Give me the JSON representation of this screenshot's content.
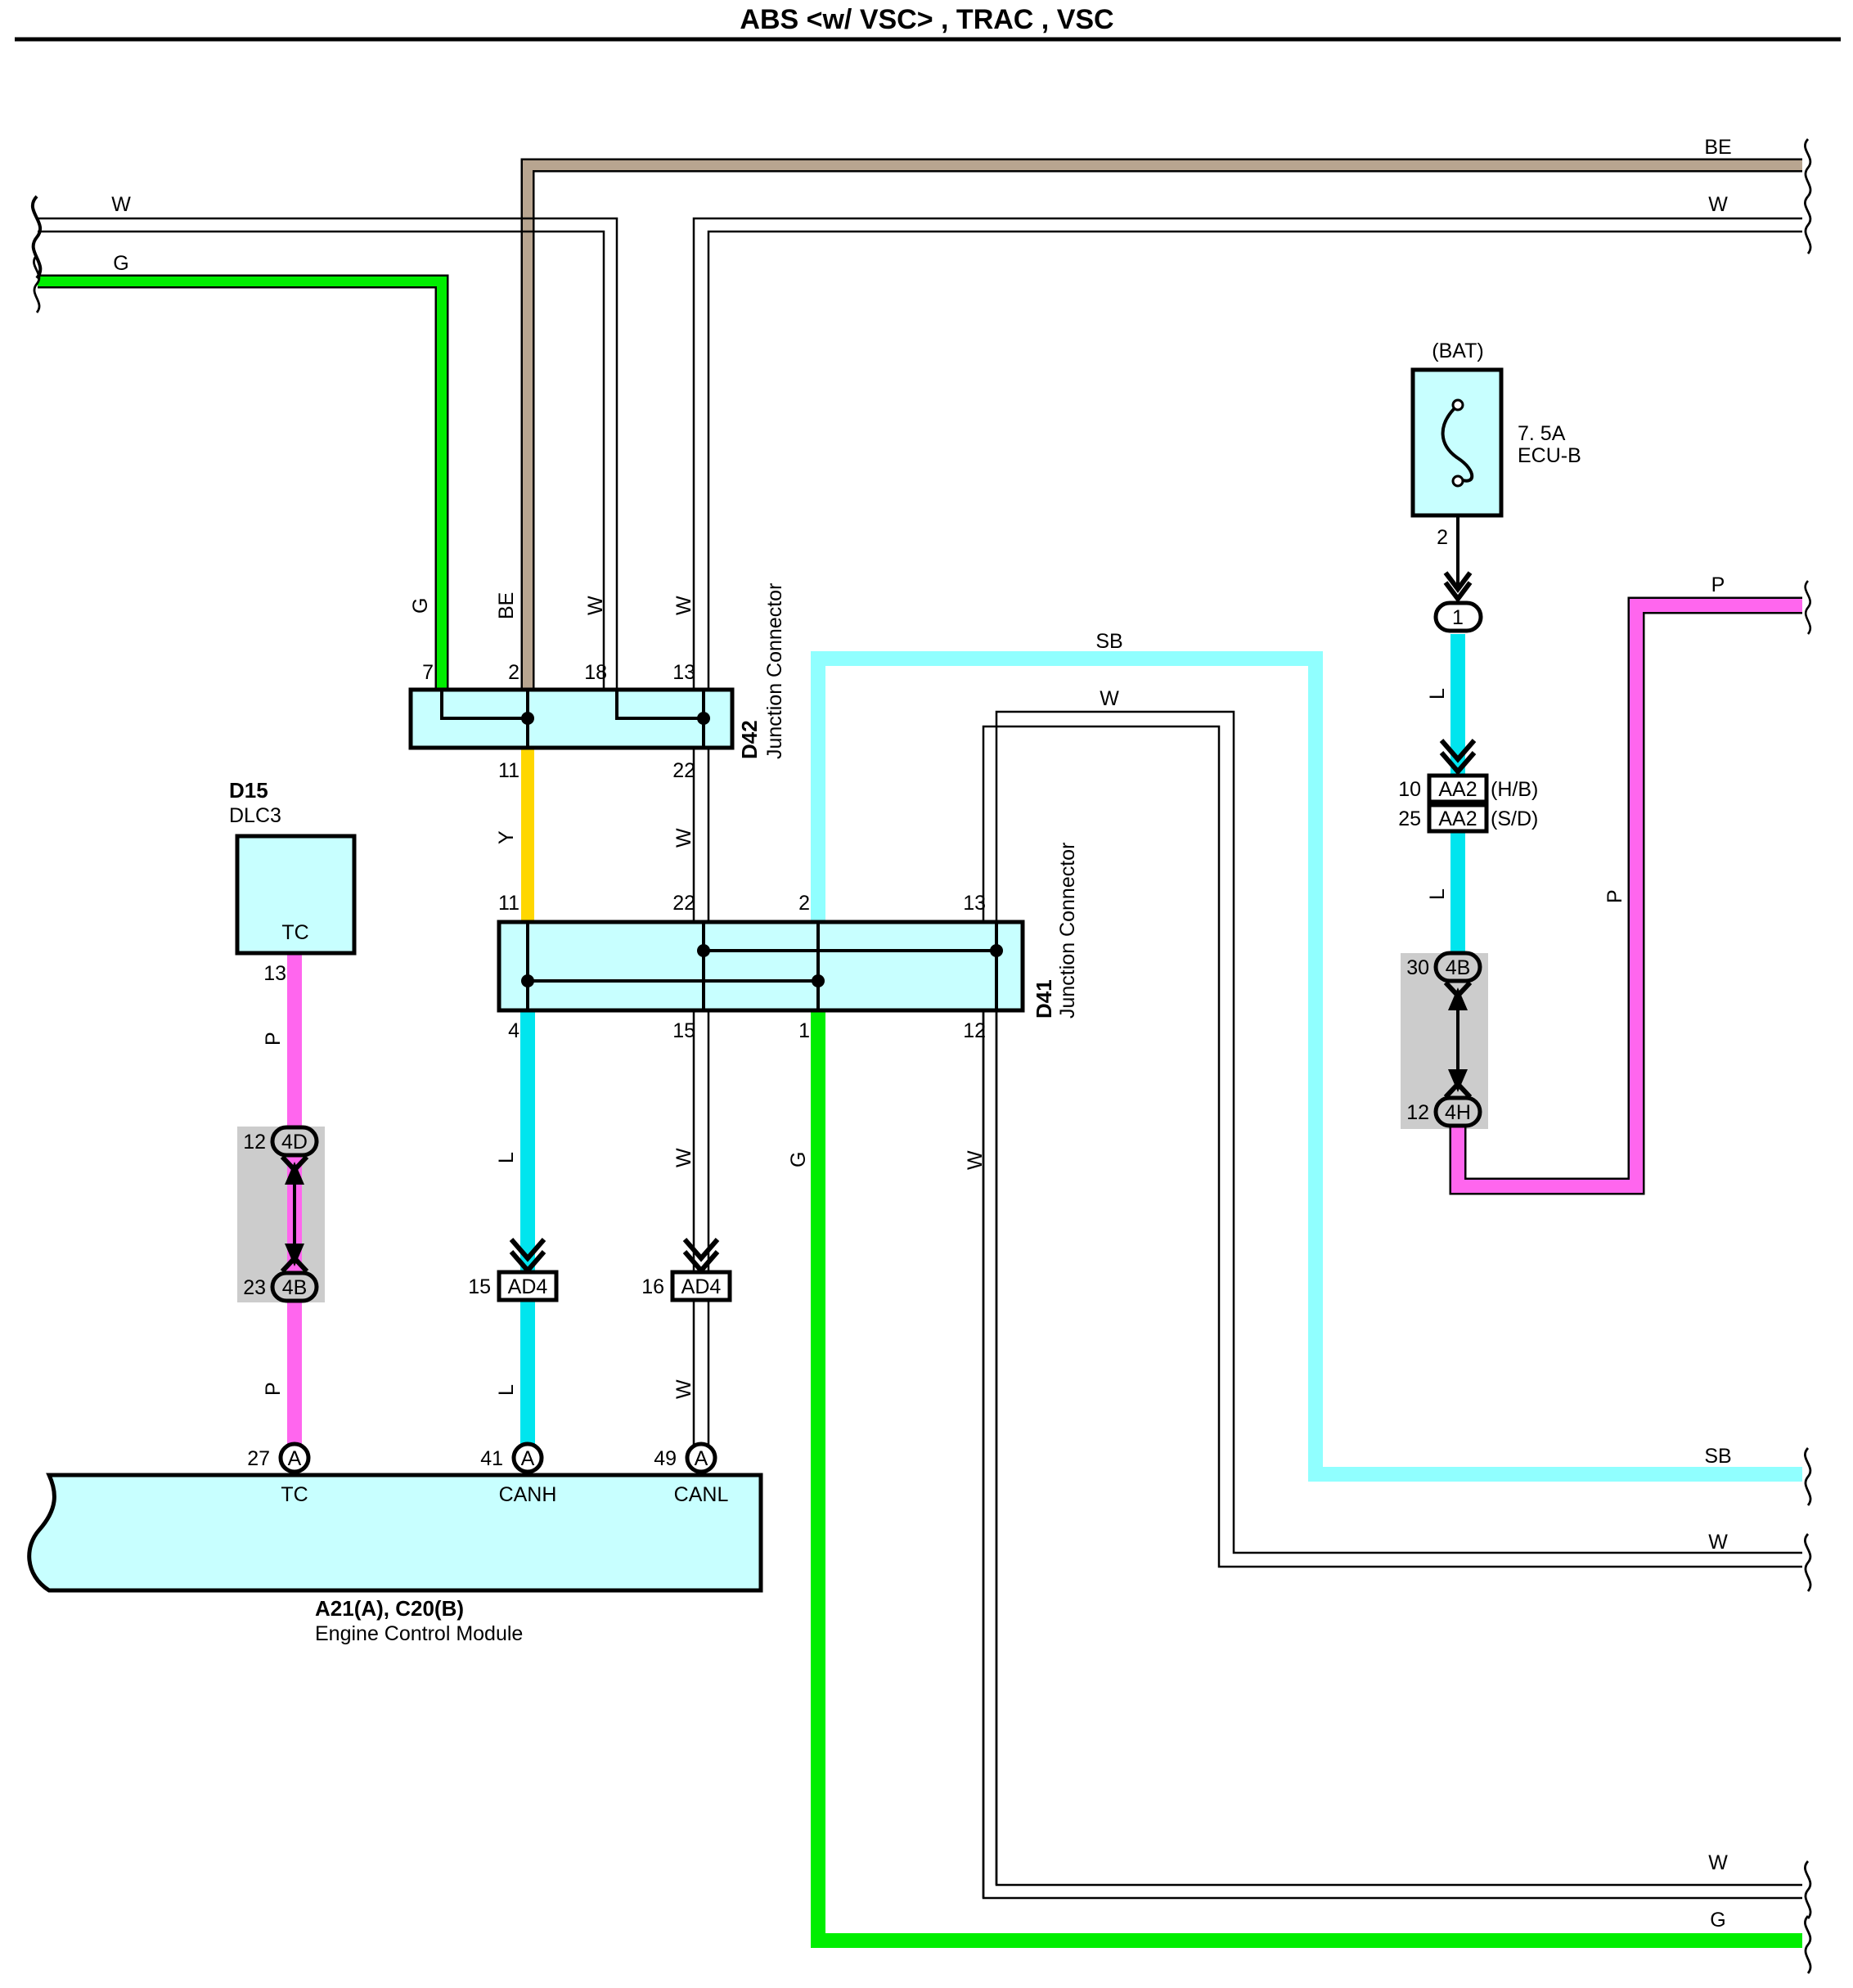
{
  "title": "ABS <w/ VSC> , TRAC , VSC",
  "colors": {
    "BE": "#b8a590",
    "G": "#00ee00",
    "L": "#00e5ee",
    "SB": "#90ffff",
    "P": "#ff66ee",
    "Y": "#ffd700",
    "W": "#ffffff",
    "component_fill": "#c8ffff",
    "shade": "#cccccc"
  },
  "wire_labels": {
    "be_right": "BE",
    "w_left": "W",
    "w_right_top": "W",
    "g_left": "G",
    "d42_g": "G",
    "d42_be": "BE",
    "d42_w18": "W",
    "d42_w13": "W",
    "y_mid": "Y",
    "w_mid": "W",
    "sb_top": "SB",
    "w_top_loop": "W",
    "p_dlc": "P",
    "p_ecm": "P",
    "l_left": "L",
    "l_ecm": "L",
    "w_ad4": "W",
    "w_ecm": "W",
    "g_d41": "G",
    "w_d41": "W",
    "l_bat1": "L",
    "l_bat2": "L",
    "p_right_top": "P",
    "p_right_vert": "P",
    "sb_right": "SB",
    "w_right_mid": "W",
    "w_right_bottom": "W",
    "g_right_bottom": "G"
  },
  "d42": {
    "code": "D42",
    "name": "Junction Connector",
    "pins": {
      "p7": "7",
      "p2": "2",
      "p18": "18",
      "p13": "13",
      "p11": "11",
      "p22": "22"
    }
  },
  "d41": {
    "code": "D41",
    "name": "Junction Connector",
    "pins": {
      "p11": "11",
      "p22": "22",
      "p2": "2",
      "p13": "13",
      "p4": "4",
      "p15": "15",
      "p1": "1",
      "p12": "12"
    }
  },
  "d15": {
    "code": "D15",
    "name": "DLC3",
    "terminal": "TC",
    "pin": "13"
  },
  "ecm": {
    "code": "A21(A), C20(B)",
    "name": "Engine Control Module",
    "terminals": [
      {
        "pin": "27",
        "connector": "A",
        "name": "TC"
      },
      {
        "pin": "41",
        "connector": "A",
        "name": "CANH"
      },
      {
        "pin": "49",
        "connector": "A",
        "name": "CANL"
      }
    ]
  },
  "dlc_junction": {
    "top_pin": "12",
    "top_code": "4D",
    "bottom_pin": "23",
    "bottom_code": "4B"
  },
  "ad4_left": {
    "pin": "15",
    "code": "AD4"
  },
  "ad4_right": {
    "pin": "16",
    "code": "AD4"
  },
  "fuse": {
    "source": "(BAT)",
    "rating": "7. 5A",
    "name": "ECU-B",
    "out_pin": "2",
    "connector_pin": "1"
  },
  "aa2": [
    {
      "pin": "10",
      "code": "AA2",
      "variant": "(H/B)"
    },
    {
      "pin": "25",
      "code": "AA2",
      "variant": "(S/D)"
    }
  ],
  "bat_junction": {
    "top_pin": "30",
    "top_code": "4B",
    "bottom_pin": "12",
    "bottom_code": "4H"
  }
}
